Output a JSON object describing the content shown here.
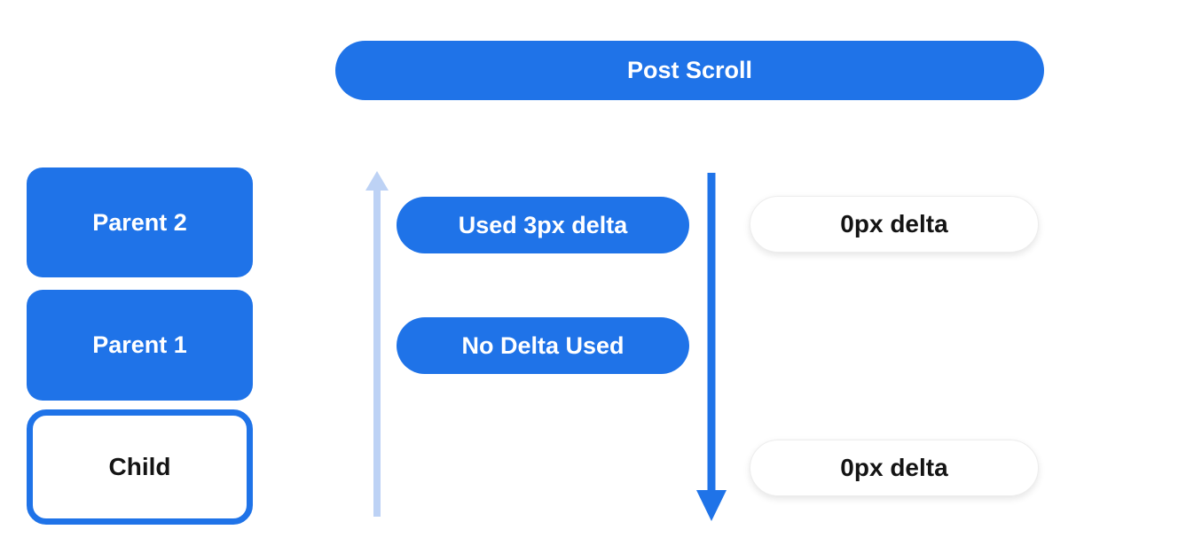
{
  "title": {
    "label": "Post Scroll"
  },
  "colors": {
    "primary_blue": "#1f73e8",
    "light_blue": "#bdd2f5",
    "pill_bg": "#ffffff",
    "pill_border": "#ededed",
    "text_light": "#ffffff",
    "text_dark": "#141414"
  },
  "left_column": {
    "boxes": [
      {
        "label": "Parent 2",
        "variant": "filled"
      },
      {
        "label": "Parent 1",
        "variant": "filled"
      },
      {
        "label": "Child",
        "variant": "outlined"
      }
    ]
  },
  "middle_column": {
    "arrows": [
      {
        "name": "upward-scroll-arrow",
        "direction": "up",
        "color": "light_blue"
      },
      {
        "name": "downward-scroll-arrow",
        "direction": "down",
        "color": "primary_blue"
      }
    ],
    "pills": [
      {
        "label": "Used 3px delta"
      },
      {
        "label": "No Delta Used"
      }
    ]
  },
  "right_column": {
    "pills": [
      {
        "label": "0px delta"
      },
      {
        "label": "0px delta"
      }
    ]
  }
}
